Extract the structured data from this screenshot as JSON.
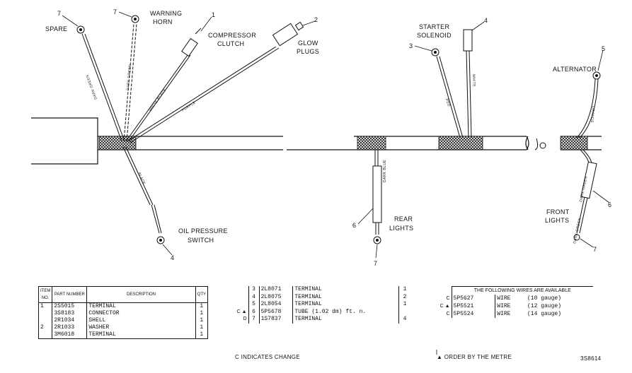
{
  "diagram": {
    "labels": {
      "spare": "SPARE",
      "warning_horn_1": "WARNING",
      "warning_horn_2": "HORN",
      "compressor_1": "COMPRESSOR",
      "compressor_2": "CLUTCH",
      "glow_1": "GLOW",
      "glow_2": "PLUGS",
      "starter_1": "STARTER",
      "starter_2": "SOLENOID",
      "alternator": "ALTERNATOR",
      "oil_1": "OIL PRESSURE",
      "oil_2": "SWITCH",
      "rear_1": "REAR",
      "rear_2": "LIGHTS",
      "front_1": "FRONT",
      "front_2": "LIGHTS"
    },
    "wire_labels": {
      "dark_green_1": "DARK GREEN",
      "dark_green_2": "DARK GREEN",
      "white_black": "WHITE BLACK",
      "purple": "PURPLE",
      "black": "BLACK",
      "red": "RED",
      "white": "WHITE",
      "dark_blue": "DARK BLUE",
      "orange": "ORANGE",
      "dark_green_3": "DARK GREEN",
      "dark_green_4": "DARK GREEN"
    },
    "callouts": {
      "spare": "7",
      "horn": "7",
      "compressor": "1",
      "glow": "2",
      "starter": "3",
      "starter_4": "4",
      "alternator": "5",
      "oil": "4",
      "rear_6": "6",
      "rear_7": "7",
      "front_6": "6",
      "front_7": "7"
    }
  },
  "table1": {
    "headers": {
      "item": "ITEM NO.",
      "part": "PART NUMBER",
      "desc": "DESCRIPTION",
      "qty": "QTY"
    },
    "rows": [
      {
        "item": "1",
        "part": "2S5015",
        "desc": "TERMINAL",
        "qty": "1"
      },
      {
        "item": "",
        "part": "3S8183",
        "desc": "CONNECTOR",
        "qty": "1"
      },
      {
        "item": "",
        "part": "2R1034",
        "desc": "SHELL",
        "qty": "1"
      },
      {
        "item": "2",
        "part": "2R1033",
        "desc": "WASHER",
        "qty": "1"
      },
      {
        "item": "",
        "part": "3M6018",
        "desc": "TERMINAL",
        "qty": "1"
      }
    ]
  },
  "table2": {
    "rows": [
      {
        "mark": "",
        "no": "3",
        "part": "2L8071",
        "desc": "TERMINAL",
        "qty": "1"
      },
      {
        "mark": "",
        "no": "4",
        "part": "2L8075",
        "desc": "TERMINAL",
        "qty": "2"
      },
      {
        "mark": "",
        "no": "5",
        "part": "2L8054",
        "desc": "TERMINAL",
        "qty": "1"
      },
      {
        "mark": "C ▲",
        "no": "6",
        "part": "5P5678",
        "desc": "TUBE (1.02 dm) ft. n.",
        "qty": ""
      },
      {
        "mark": "D",
        "no": "7",
        "part": "1S7837",
        "desc": "TERMINAL",
        "qty": "4"
      }
    ]
  },
  "table3": {
    "title": "THE FOLLOWING WIRES ARE AVAILABLE",
    "rows": [
      {
        "mark": "C",
        "part": "5P5627",
        "desc": "WIRE",
        "gauge": "(10 gauge)"
      },
      {
        "mark": "C ▲",
        "part": "5P5521",
        "desc": "WIRE",
        "gauge": "(12 gauge)"
      },
      {
        "mark": "C",
        "part": "5P5524",
        "desc": "WIRE",
        "gauge": "(14 gauge)"
      }
    ]
  },
  "footer": {
    "change_note": "C INDICATES CHANGE",
    "order_note": "▲ ORDER BY THE METRE",
    "drawing_no": "3S8614"
  }
}
